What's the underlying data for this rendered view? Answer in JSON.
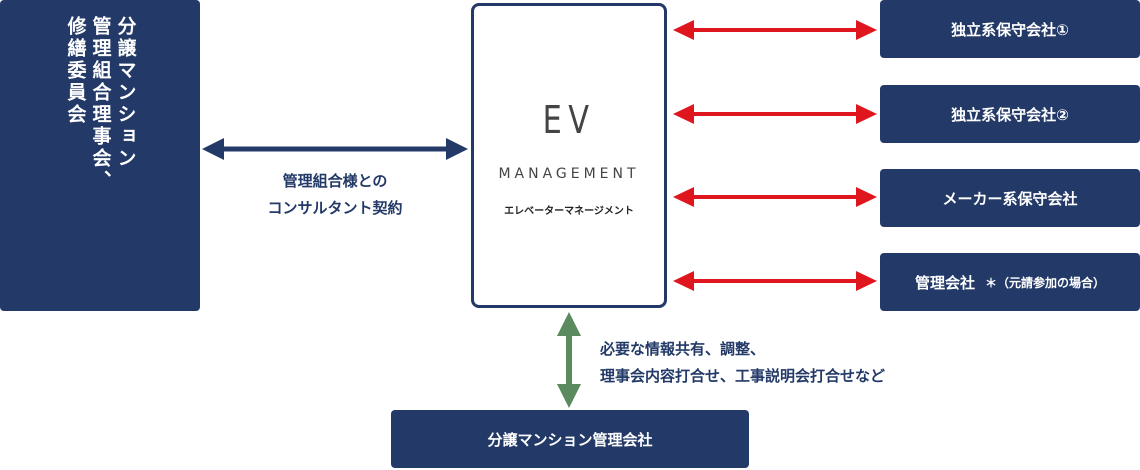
{
  "left_box": {
    "line1": "分譲マンション",
    "line2": "管理組合理事会、",
    "line3": "修繕委員会"
  },
  "center": {
    "logo": "EV",
    "logo_sub": "MANAGEMENT",
    "kana": "エレベーターマネージメント"
  },
  "contract_label": {
    "line1": "管理組合様との",
    "line2": "コンサルタント契約"
  },
  "right_boxes": [
    {
      "label": "独立系保守会社①"
    },
    {
      "label": "独立系保守会社②"
    },
    {
      "label": "メーカー系保守会社"
    },
    {
      "label": "管理会社",
      "note": "＊（元請参加の場合）"
    }
  ],
  "bottom_label": {
    "line1": "必要な情報共有、調整、",
    "line2": "理事会内容打合せ、工事説明会打合せなど"
  },
  "bottom_box": {
    "label": "分譲マンション管理会社"
  },
  "colors": {
    "navy": "#233a68",
    "red": "#e0161f",
    "green": "#5a8a5e"
  }
}
